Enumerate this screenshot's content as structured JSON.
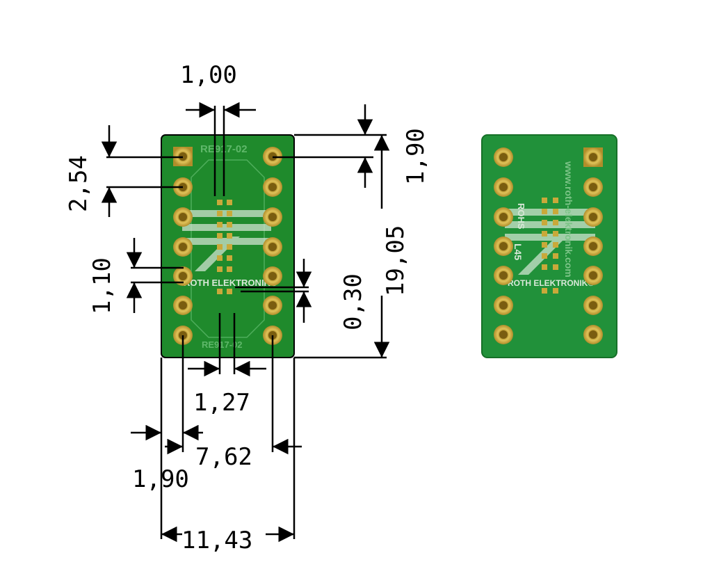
{
  "dimensions": {
    "pad_width": "1,00",
    "pitch": "2,54",
    "edge_top_offset": "1,90",
    "board_length": "19,05",
    "pad_spacing_small": "1,10",
    "trace_width": "0,30",
    "fine_pitch": "1,27",
    "edge_side_offset": "1,90",
    "row_spacing": "7,62",
    "board_width": "11,43"
  },
  "board_silkscreen": {
    "part_number_top": "RE917-02",
    "part_number_bottom": "RE917-02",
    "brand": "ROTH ELEKTRONIK®",
    "website": "www.roth-elektronik.com",
    "rohs": "ROHS",
    "panel_mark": "L45"
  },
  "colors": {
    "board_green": "#1f8a2c",
    "pad_gold": "#c9a93a",
    "silk_white": "#e6efe6",
    "line_black": "#000000"
  }
}
